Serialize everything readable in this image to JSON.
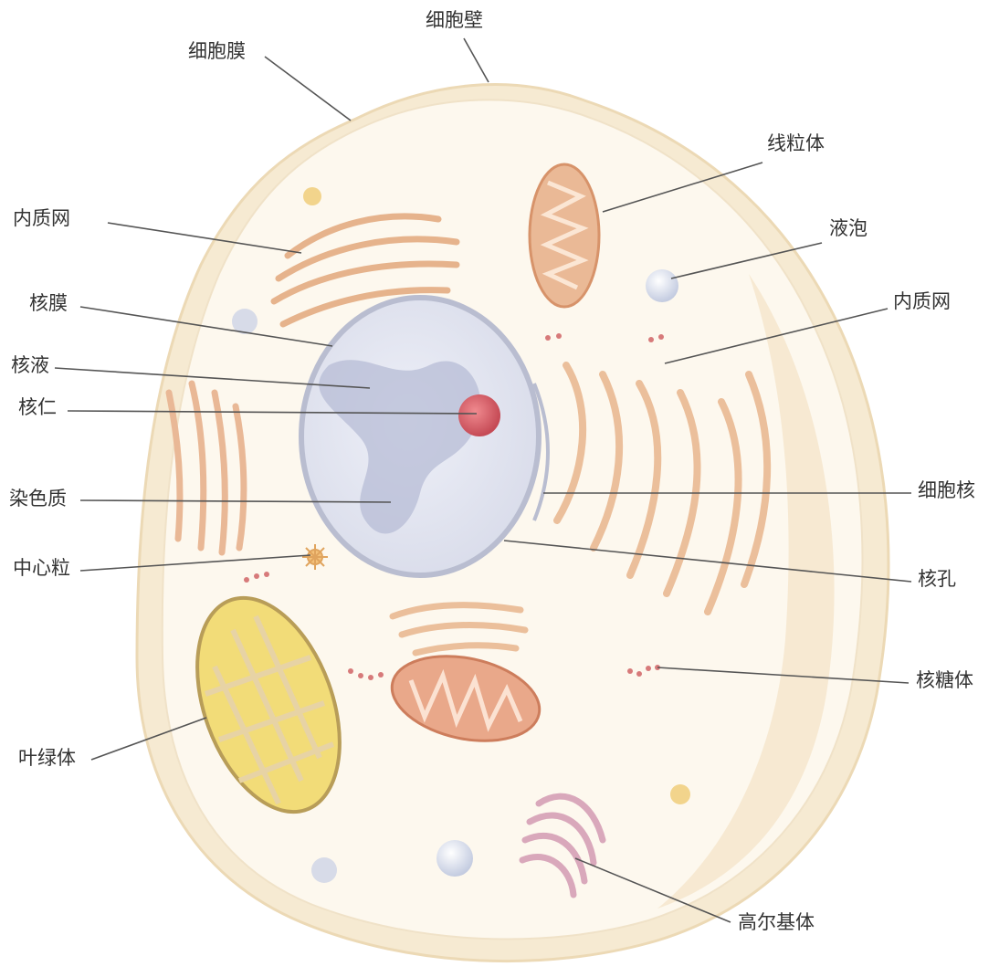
{
  "labels": {
    "cell_wall": "细胞壁",
    "cell_membrane": "细胞膜",
    "mitochondrion": "线粒体",
    "er_left": "内质网",
    "vacuole": "液泡",
    "er_right": "内质网",
    "nuclear_envelope": "核膜",
    "nucleoplasm": "核液",
    "nucleolus": "核仁",
    "chromatin": "染色质",
    "nucleus": "细胞核",
    "centriole": "中心粒",
    "nuclear_pore": "核孔",
    "ribosome": "核糖体",
    "chloroplast": "叶绿体",
    "golgi": "高尔基体"
  },
  "colors": {
    "cell_wall": "#f6ead2",
    "cytoplasm": "#fdf8ee",
    "nucleus": "#e7eaf3",
    "chromatin": "#b7bcd6",
    "nucleolus": "#d35a63",
    "mitochondrion": "#e9b38c",
    "er": "#efc9a2",
    "chloroplast": "#f1d76a",
    "golgi": "#d8a4b4",
    "leader": "#555555"
  }
}
